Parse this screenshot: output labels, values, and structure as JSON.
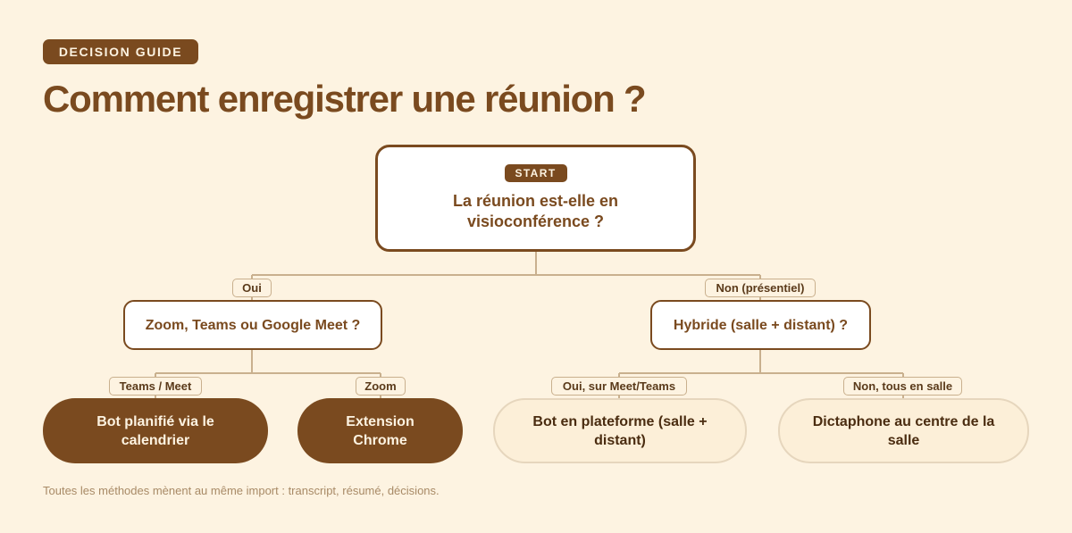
{
  "header": {
    "badge": "DECISION GUIDE",
    "title": "Comment enregistrer une réunion ?"
  },
  "start": {
    "tag": "START",
    "line1": "La réunion est-elle en",
    "line2": "visioconférence ?"
  },
  "branches": {
    "oui_label": "Oui",
    "non_label": "Non (présentiel)"
  },
  "questions": {
    "q1": "Zoom, Teams ou Google Meet ?",
    "q2": "Hybride (salle + distant) ?"
  },
  "sub_branches": {
    "teams_meet": "Teams / Meet",
    "zoom": "Zoom",
    "oui_sur": "Oui, sur Meet/Teams",
    "non_tous": "Non, tous en salle"
  },
  "outcomes": {
    "bot_line1": "Bot planifié via le",
    "bot_line2": "calendrier",
    "ext_line1": "Extension",
    "ext_line2": "Chrome",
    "plat_line1": "Bot en plateforme (salle +",
    "plat_line2": "distant)",
    "dict_line1": "Dictaphone au centre de la",
    "dict_line2": "salle"
  },
  "footer": "Toutes les méthodes mènent au même import : transcript, résumé, décisions.",
  "colors": {
    "background": "#fdf3e1",
    "brown": "#7a4a1f",
    "connector": "#c9b08e",
    "leaf_light": "#fcefd8"
  }
}
